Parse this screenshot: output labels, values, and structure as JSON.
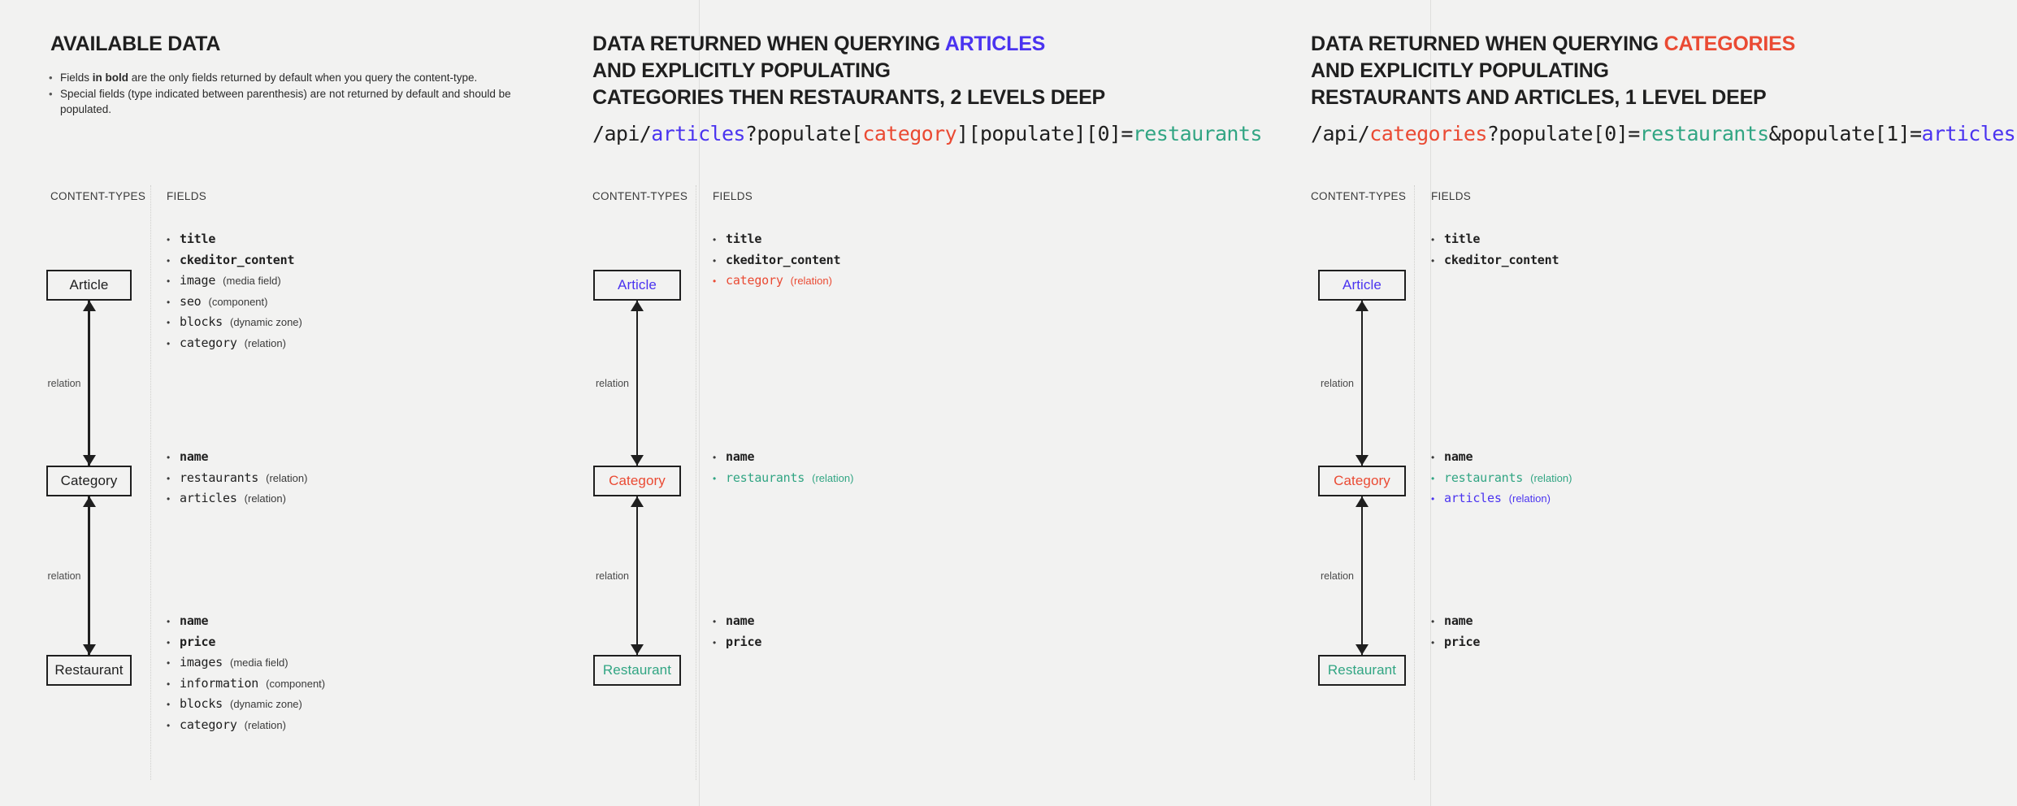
{
  "colors": {
    "background": "#f2f2f1",
    "ink": "#1f1f1f",
    "blue": "#4a33f0",
    "red": "#ea4a33",
    "green": "#31a583"
  },
  "panels": [
    {
      "title_lines": [
        "AVAILABLE DATA"
      ],
      "notes": [
        "Fields in bold are the only fields returned by default when you query the content-type.",
        "Special fields (type indicated between parenthesis) are not returned by default and should be populated."
      ],
      "note_bold_fragment": "in bold",
      "col_content_types": "CONTENT-TYPES",
      "col_fields": "FIELDS",
      "nodes": [
        {
          "label": "Article",
          "color": "ink"
        },
        {
          "label": "Category",
          "color": "ink"
        },
        {
          "label": "Restaurant",
          "color": "ink"
        }
      ],
      "edges": [
        {
          "label": "relation"
        },
        {
          "label": "relation"
        }
      ],
      "field_groups": [
        [
          {
            "name": "title",
            "type": "",
            "bold": true,
            "color": "ink"
          },
          {
            "name": "ckeditor_content",
            "type": "",
            "bold": true,
            "color": "ink"
          },
          {
            "name": "image",
            "type": "(media field)",
            "bold": false,
            "color": "ink"
          },
          {
            "name": "seo",
            "type": "(component)",
            "bold": false,
            "color": "ink"
          },
          {
            "name": "blocks",
            "type": "(dynamic zone)",
            "bold": false,
            "color": "ink"
          },
          {
            "name": "category",
            "type": "(relation)",
            "bold": false,
            "color": "ink"
          }
        ],
        [
          {
            "name": "name",
            "type": "",
            "bold": true,
            "color": "ink"
          },
          {
            "name": "restaurants",
            "type": "(relation)",
            "bold": false,
            "color": "ink"
          },
          {
            "name": "articles",
            "type": "(relation)",
            "bold": false,
            "color": "ink"
          }
        ],
        [
          {
            "name": "name",
            "type": "",
            "bold": true,
            "color": "ink"
          },
          {
            "name": "price",
            "type": "",
            "bold": true,
            "color": "ink"
          },
          {
            "name": "images",
            "type": "(media field)",
            "bold": false,
            "color": "ink"
          },
          {
            "name": "information",
            "type": "(component)",
            "bold": false,
            "color": "ink"
          },
          {
            "name": "blocks",
            "type": "(dynamic zone)",
            "bold": false,
            "color": "ink"
          },
          {
            "name": "category",
            "type": "(relation)",
            "bold": false,
            "color": "ink"
          }
        ]
      ]
    },
    {
      "title_lines": [
        "DATA RETURNED WHEN QUERYING ARTICLES",
        "AND EXPLICITLY POPULATING",
        "CATEGORIES THEN RESTAURANTS, 2 LEVELS DEEP"
      ],
      "title_highlight": {
        "word": "ARTICLES",
        "color": "blue"
      },
      "api_url_parts": [
        {
          "text": "/api/",
          "color": "ink"
        },
        {
          "text": "articles",
          "color": "blue"
        },
        {
          "text": "?populate[",
          "color": "ink"
        },
        {
          "text": "category",
          "color": "red"
        },
        {
          "text": "][populate][0]=",
          "color": "ink"
        },
        {
          "text": "restaurants",
          "color": "green"
        }
      ],
      "col_content_types": "CONTENT-TYPES",
      "col_fields": "FIELDS",
      "nodes": [
        {
          "label": "Article",
          "color": "blue"
        },
        {
          "label": "Category",
          "color": "red"
        },
        {
          "label": "Restaurant",
          "color": "green"
        }
      ],
      "edges": [
        {
          "label": "relation"
        },
        {
          "label": "relation"
        }
      ],
      "field_groups": [
        [
          {
            "name": "title",
            "type": "",
            "bold": true,
            "color": "ink"
          },
          {
            "name": "ckeditor_content",
            "type": "",
            "bold": true,
            "color": "ink"
          },
          {
            "name": "category",
            "type": "(relation)",
            "bold": false,
            "color": "red"
          }
        ],
        [
          {
            "name": "name",
            "type": "",
            "bold": true,
            "color": "ink"
          },
          {
            "name": "restaurants",
            "type": "(relation)",
            "bold": false,
            "color": "green"
          }
        ],
        [
          {
            "name": "name",
            "type": "",
            "bold": true,
            "color": "ink"
          },
          {
            "name": "price",
            "type": "",
            "bold": true,
            "color": "ink"
          }
        ]
      ]
    },
    {
      "title_lines": [
        "DATA RETURNED WHEN QUERYING CATEGORIES",
        "AND EXPLICITLY POPULATING",
        "RESTAURANTS AND ARTICLES, 1 LEVEL DEEP"
      ],
      "title_highlight": {
        "word": "CATEGORIES",
        "color": "red"
      },
      "api_url_parts": [
        {
          "text": "/api/",
          "color": "ink"
        },
        {
          "text": "categories",
          "color": "red"
        },
        {
          "text": "?populate[0]=",
          "color": "ink"
        },
        {
          "text": "restaurants",
          "color": "green"
        },
        {
          "text": "&populate[1]=",
          "color": "ink"
        },
        {
          "text": "articles",
          "color": "blue"
        }
      ],
      "col_content_types": "CONTENT-TYPES",
      "col_fields": "FIELDS",
      "nodes": [
        {
          "label": "Article",
          "color": "blue"
        },
        {
          "label": "Category",
          "color": "red"
        },
        {
          "label": "Restaurant",
          "color": "green"
        }
      ],
      "edges": [
        {
          "label": "relation"
        },
        {
          "label": "relation"
        }
      ],
      "field_groups": [
        [
          {
            "name": "title",
            "type": "",
            "bold": true,
            "color": "ink"
          },
          {
            "name": "ckeditor_content",
            "type": "",
            "bold": true,
            "color": "ink"
          }
        ],
        [
          {
            "name": "name",
            "type": "",
            "bold": true,
            "color": "ink"
          },
          {
            "name": "restaurants",
            "type": "(relation)",
            "bold": false,
            "color": "green"
          },
          {
            "name": "articles",
            "type": "(relation)",
            "bold": false,
            "color": "blue"
          }
        ],
        [
          {
            "name": "name",
            "type": "",
            "bold": true,
            "color": "ink"
          },
          {
            "name": "price",
            "type": "",
            "bold": true,
            "color": "ink"
          }
        ]
      ]
    }
  ]
}
